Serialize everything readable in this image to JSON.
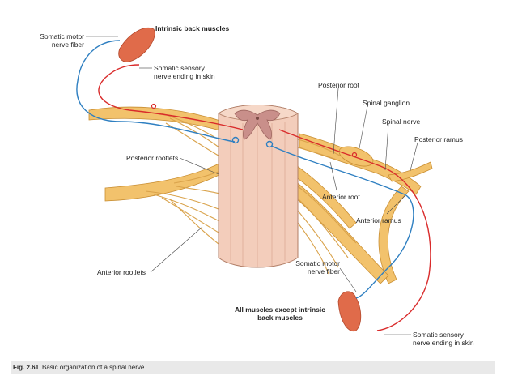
{
  "labels": {
    "intrinsic_back_muscles": "Intrinsic back muscles",
    "somatic_motor_fiber_top_1": "Somatic motor",
    "somatic_motor_fiber_top_2": "nerve fiber",
    "somatic_sensory_top_1": "Somatic sensory",
    "somatic_sensory_top_2": "nerve ending in skin",
    "posterior_root": "Posterior root",
    "spinal_ganglion": "Spinal ganglion",
    "spinal_nerve": "Spinal nerve",
    "posterior_ramus": "Posterior ramus",
    "posterior_rootlets": "Posterior rootlets",
    "anterior_root": "Anterior root",
    "anterior_ramus": "Anterior ramus",
    "anterior_rootlets": "Anterior rootlets",
    "somatic_motor_fiber_bottom_1": "Somatic motor",
    "somatic_motor_fiber_bottom_2": "nerve fiber",
    "all_muscles_1": "All muscles except intrinsic",
    "all_muscles_2": "back muscles",
    "somatic_sensory_bottom_1": "Somatic sensory",
    "somatic_sensory_bottom_2": "nerve ending in skin"
  },
  "caption": {
    "number": "Fig. 2.61",
    "text": "Basic organization of a spinal nerve."
  },
  "colors": {
    "nerve": "#f2c26c",
    "nerve_stroke": "#c98e32",
    "cord": "#f3cdbb",
    "cord_stroke": "#b07d66",
    "gray_matter": "#c98f8a",
    "motor_fiber": "#2e7fc1",
    "sensory_fiber": "#d92b2b",
    "muscle": "#e06b4a"
  }
}
